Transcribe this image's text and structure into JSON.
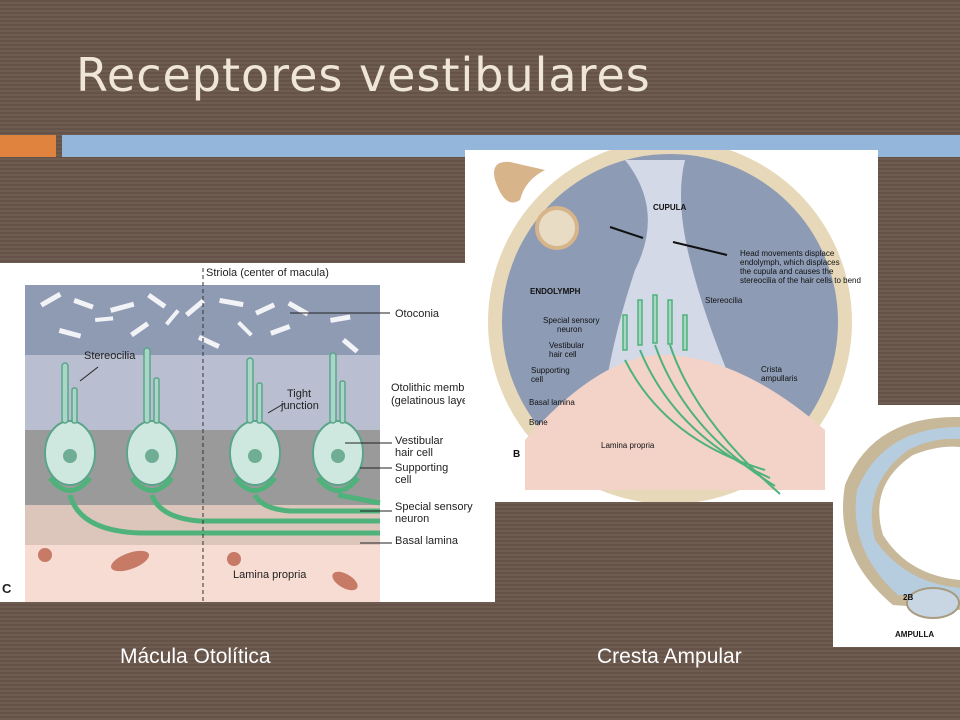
{
  "slide": {
    "title": "Receptores vestibulares",
    "colors": {
      "accent_orange": "#e0833e",
      "accent_blue": "#93b6da",
      "background": "#6d5a4e"
    }
  },
  "macula_figure": {
    "panel_letter": "C",
    "labels": {
      "striola": "Striola (center of macula)",
      "otoconia": "Otoconia",
      "stereocilia": "Stereocilia",
      "otolithic_membrane_1": "Otolithic membrane",
      "otolithic_membrane_2": "(gelatinous layer)",
      "tight_junction_1": "Tight",
      "tight_junction_2": "junction",
      "vestibular_hair_cell_1": "Vestibular",
      "vestibular_hair_cell_2": "hair cell",
      "supporting_cell_1": "Supporting",
      "supporting_cell_2": "cell",
      "special_sensory_neuron_1": "Special sensory",
      "special_sensory_neuron_2": "neuron",
      "basal_lamina": "Basal lamina",
      "lamina_propria": "Lamina propria"
    }
  },
  "crista_figure": {
    "panel_letter": "B",
    "labels": {
      "cupula": "CUPULA",
      "endolymph": "ENDOLYMPH",
      "head_movements_1": "Head movements displace",
      "head_movements_2": "endolymph, which displaces",
      "head_movements_3": "the cupula and causes the",
      "head_movements_4": "stereocilia of the hair cells to bend",
      "stereocilia": "Stereocilia",
      "special_sensory_neuron_1": "Special sensory",
      "special_sensory_neuron_2": "neuron",
      "vestibular_hair_cell_1": "Vestibular",
      "vestibular_hair_cell_2": "hair cell",
      "supporting_cell_1": "Supporting",
      "supporting_cell_2": "cell",
      "basal_lamina": "Basal lamina",
      "bone": "Bone",
      "lamina_propria": "Lamina propria",
      "crista_ampullaris_1": "Crista",
      "crista_ampullaris_2": "ampullaris"
    }
  },
  "ampulla_figure": {
    "label_2b": "2B",
    "label_ampulla": "AMPULLA"
  },
  "captions": {
    "left": "Mácula Otolítica",
    "right": "Cresta Ampular"
  }
}
